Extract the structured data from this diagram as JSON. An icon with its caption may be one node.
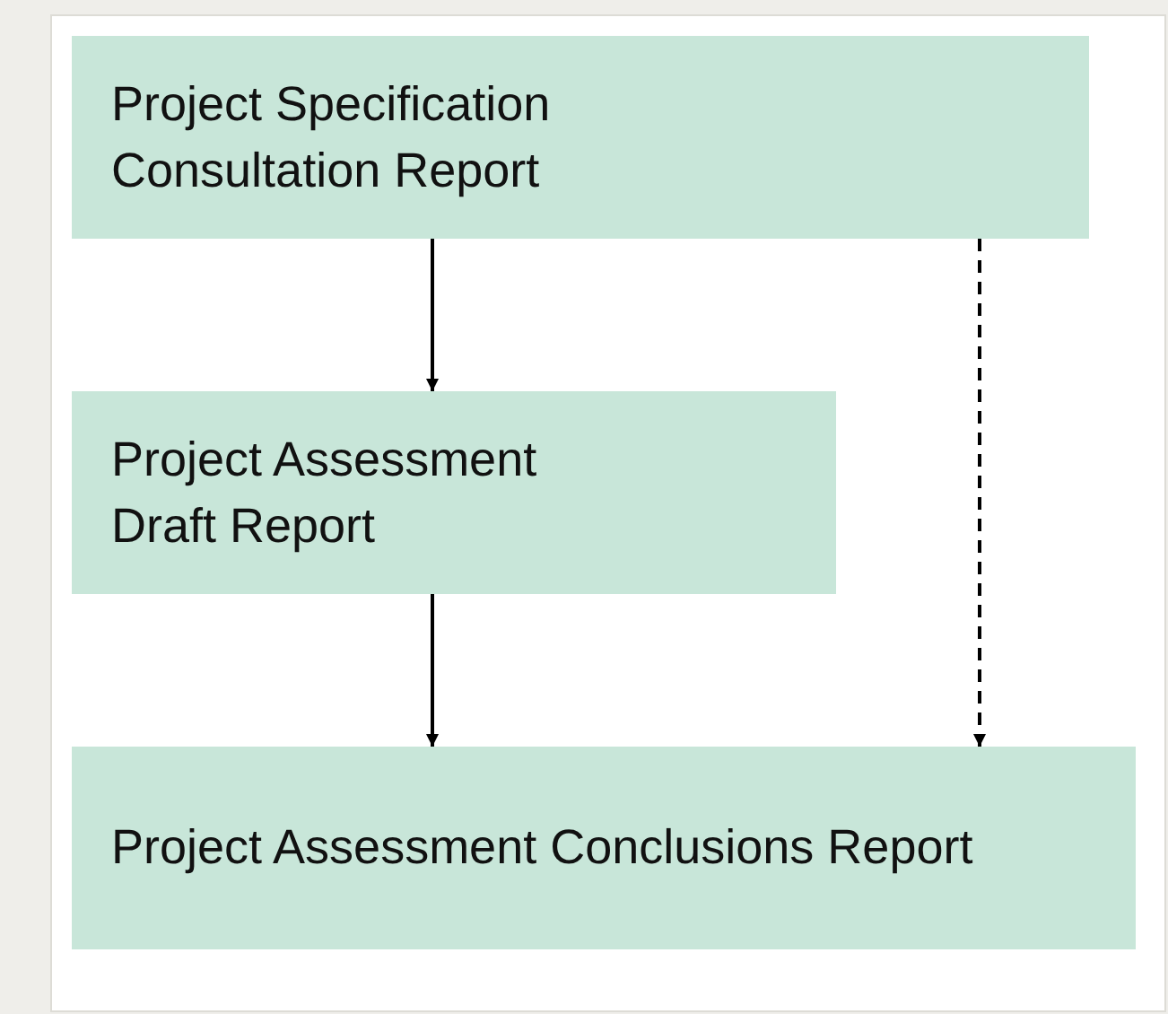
{
  "diagram": {
    "nodes": [
      {
        "text": [
          "Project Specification Consultation Report"
        ]
      },
      {
        "text": [
          "Project Assessment Draft Report"
        ]
      },
      {
        "text": [
          "Project Assessment Conclusions Report"
        ]
      }
    ],
    "edges": [
      {
        "from": 0,
        "to": 1,
        "arrow": "to"
      },
      {
        "from": 1,
        "to": 2,
        "arrow": "to"
      },
      {
        "from": 0,
        "to": 2,
        "arrow": "to",
        "style": "dashed"
      }
    ]
  }
}
